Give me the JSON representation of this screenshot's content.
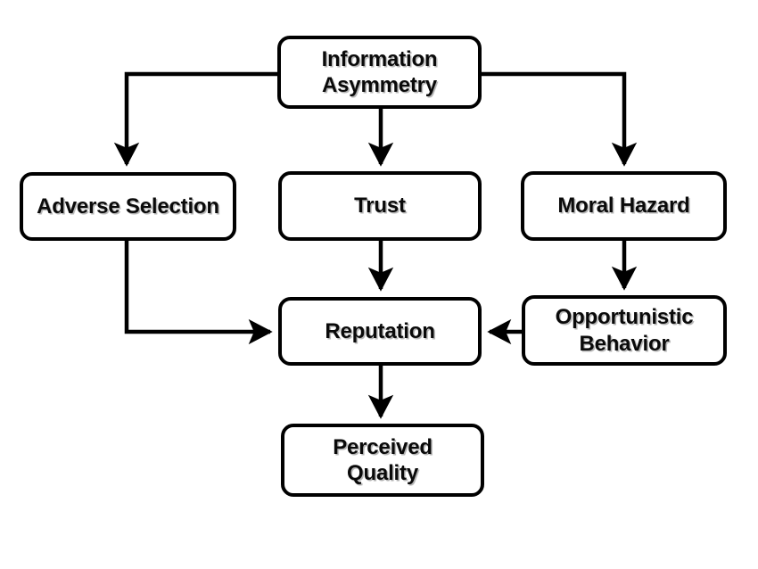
{
  "diagram": {
    "title": "Information Asymmetry conceptual model",
    "background_color": "#ffffff",
    "line_color": "#000000",
    "text_color": "#0a0a0a",
    "nodes": [
      {
        "id": "information-asymmetry",
        "label": "Information\nAsymmetry"
      },
      {
        "id": "adverse-selection",
        "label": "Adverse Selection"
      },
      {
        "id": "trust",
        "label": "Trust"
      },
      {
        "id": "moral-hazard",
        "label": "Moral Hazard"
      },
      {
        "id": "reputation",
        "label": "Reputation"
      },
      {
        "id": "opportunistic-behavior",
        "label": "Opportunistic\nBehavior"
      },
      {
        "id": "perceived-quality",
        "label": "Perceived\nQuality"
      }
    ],
    "edges": [
      {
        "from": "information-asymmetry",
        "to": "adverse-selection",
        "style": "elbow-left"
      },
      {
        "from": "information-asymmetry",
        "to": "trust",
        "style": "straight-down"
      },
      {
        "from": "information-asymmetry",
        "to": "moral-hazard",
        "style": "elbow-right"
      },
      {
        "from": "adverse-selection",
        "to": "reputation",
        "style": "elbow-down-right"
      },
      {
        "from": "trust",
        "to": "reputation",
        "style": "straight-down"
      },
      {
        "from": "moral-hazard",
        "to": "opportunistic-behavior",
        "style": "straight-down"
      },
      {
        "from": "opportunistic-behavior",
        "to": "reputation",
        "style": "straight-left"
      },
      {
        "from": "reputation",
        "to": "perceived-quality",
        "style": "straight-down"
      }
    ]
  }
}
